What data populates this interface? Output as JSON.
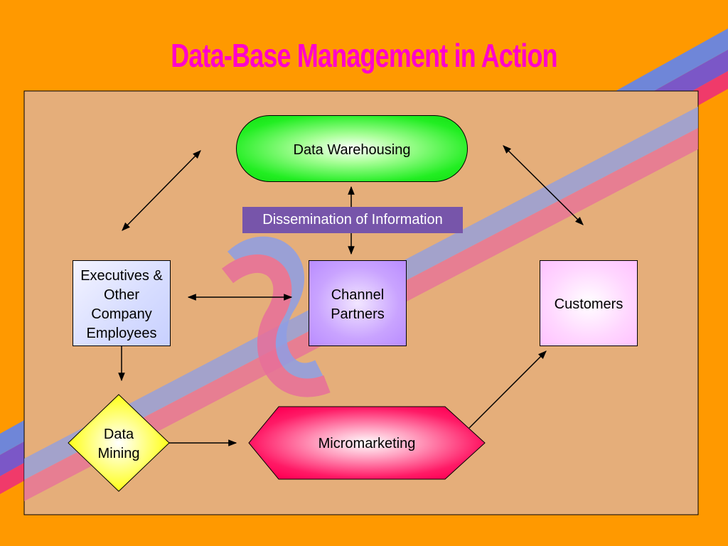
{
  "title": "Data-Base Management in Action",
  "nodes": {
    "data_warehousing": "Data Warehousing",
    "dissemination": "Dissemination of Information",
    "executives": [
      "Executives &",
      "Other",
      "Company",
      "Employees"
    ],
    "channel_partners": [
      "Channel",
      "Partners"
    ],
    "customers": "Customers",
    "data_mining": [
      "Data",
      "Mining"
    ],
    "micromarketing": "Micromarketing"
  },
  "colors": {
    "background": "#FF9900",
    "panel": "#E5AE7A",
    "title": "#FF00CC",
    "data_warehousing": "#22EE22",
    "dissemination": "#7755AA",
    "executives": "#D6DCFF",
    "channel_partners": "#C9A3FF",
    "customers": "#FFD6FF",
    "data_mining": "#FFFF00",
    "micromarketing": "#FF1166",
    "stripe_blue": "#7A8FE0",
    "stripe_pink": "#E85A8A"
  }
}
